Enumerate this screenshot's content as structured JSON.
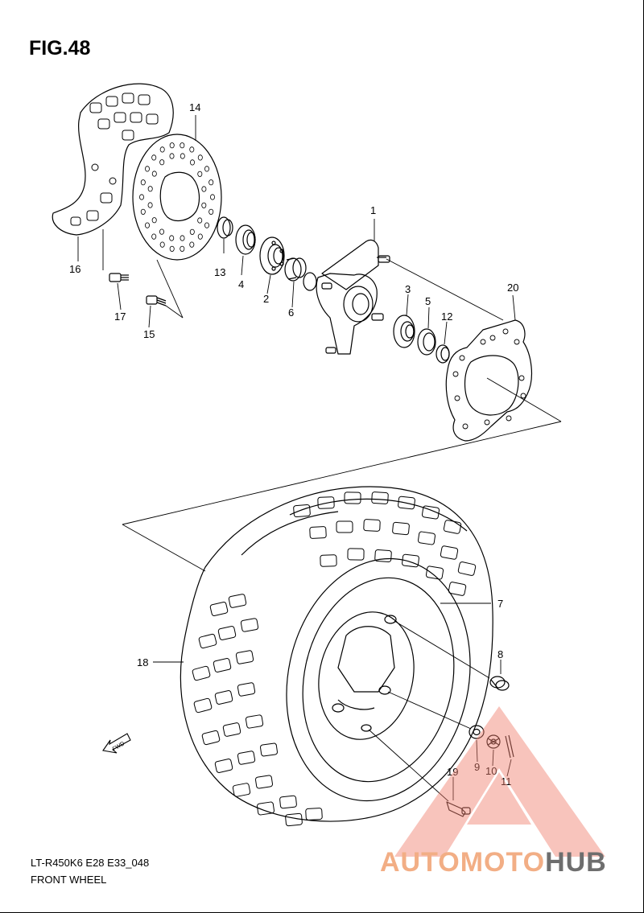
{
  "figure_title": "FIG.48",
  "model_code": "LT-R450K6 E28 E33_048",
  "section_name": "FRONT WHEEL",
  "fwd_label": "FWD",
  "callouts": [
    "1",
    "2",
    "3",
    "4",
    "5",
    "6",
    "7",
    "8",
    "9",
    "10",
    "11",
    "12",
    "13",
    "14",
    "15",
    "16",
    "17",
    "18",
    "19",
    "20"
  ],
  "watermark": {
    "part1": "AUTOMOTO",
    "part2": "HUB",
    "color_main": "#f08070",
    "color_accent": "#555555"
  }
}
